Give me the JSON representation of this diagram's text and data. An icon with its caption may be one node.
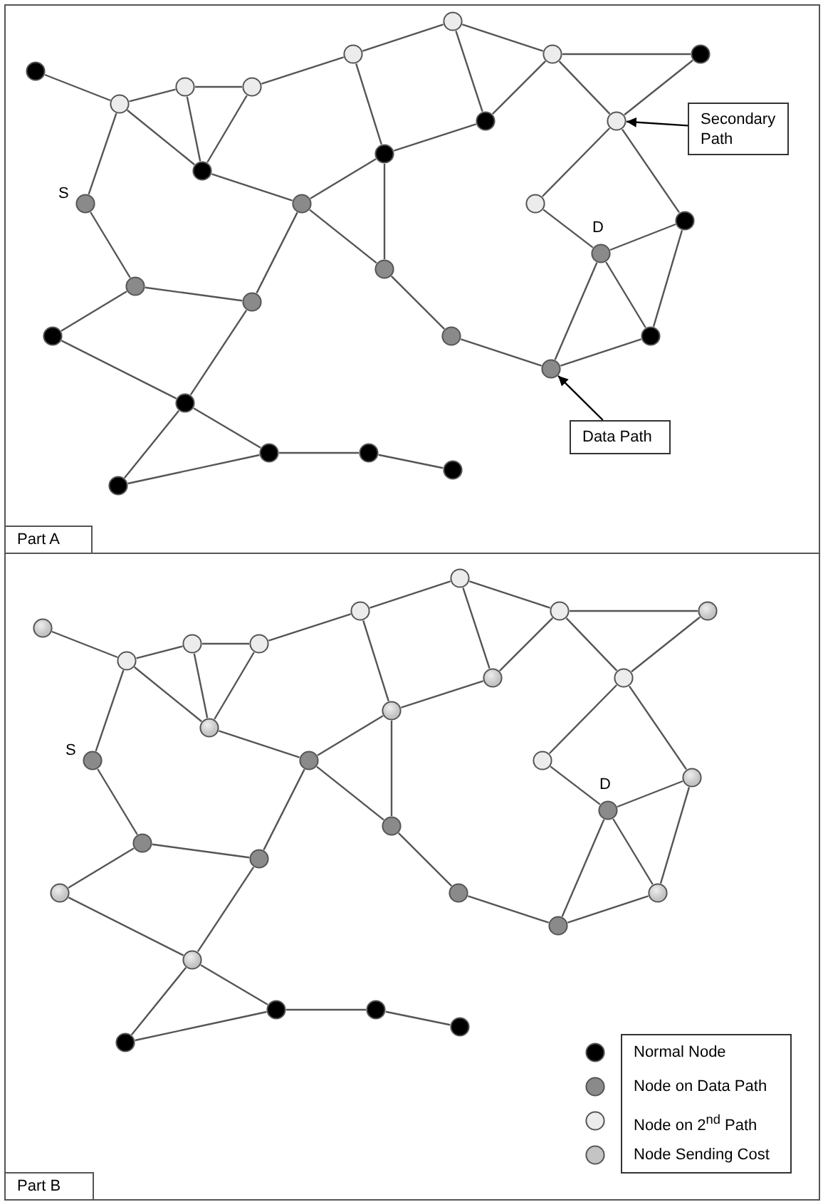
{
  "diagram": {
    "nodes": [
      {
        "text": [
          "Part A"
        ]
      },
      {
        "text": [],
        "shape": "circle",
        "in": 0
      },
      {
        "text": [],
        "shape": "circle",
        "in": 0
      },
      {
        "text": [],
        "shape": "circle",
        "in": 0
      },
      {
        "text": [],
        "shape": "circle",
        "in": 0
      },
      {
        "text": [],
        "shape": "circle",
        "in": 0
      },
      {
        "text": [],
        "shape": "circle",
        "in": 0
      },
      {
        "text": [],
        "shape": "circle",
        "in": 0
      },
      {
        "text": [],
        "shape": "circle",
        "in": 0
      },
      {
        "text": [],
        "shape": "circle",
        "in": 0
      },
      {
        "text": [],
        "shape": "circle",
        "in": 0
      },
      {
        "text": [],
        "shape": "circle",
        "in": 0
      },
      {
        "text": [],
        "shape": "circle",
        "in": 0
      },
      {
        "text": [],
        "shape": "circle",
        "in": 0,
        "beside": [
          "S"
        ]
      },
      {
        "text": [],
        "shape": "circle",
        "in": 0
      },
      {
        "text": [],
        "shape": "circle",
        "in": 0
      },
      {
        "text": [],
        "shape": "circle",
        "in": 0
      },
      {
        "text": [],
        "shape": "circle",
        "in": 0,
        "beside": [
          "D"
        ]
      },
      {
        "text": [],
        "shape": "circle",
        "in": 0
      },
      {
        "text": [],
        "shape": "circle",
        "in": 0
      },
      {
        "text": [],
        "shape": "circle",
        "in": 0
      },
      {
        "text": [],
        "shape": "circle",
        "in": 0
      },
      {
        "text": [],
        "shape": "circle",
        "in": 0
      },
      {
        "text": [],
        "shape": "circle",
        "in": 0
      },
      {
        "text": [],
        "shape": "circle",
        "in": 0
      },
      {
        "text": [],
        "shape": "circle",
        "in": 0
      },
      {
        "text": [],
        "shape": "circle",
        "in": 0
      },
      {
        "text": [],
        "shape": "circle",
        "in": 0
      },
      {
        "text": [],
        "shape": "circle",
        "in": 0
      },
      {
        "text": [],
        "shape": "circle",
        "in": 0
      },
      {
        "text": [
          "Secondary Path"
        ],
        "in": 0
      },
      {
        "text": [
          "Data Path"
        ],
        "in": 0
      },
      {
        "text": [
          "Part B"
        ]
      },
      {
        "text": [],
        "shape": "circle",
        "in": 32
      },
      {
        "text": [],
        "shape": "circle",
        "in": 32
      },
      {
        "text": [],
        "shape": "circle",
        "in": 32
      },
      {
        "text": [],
        "shape": "circle",
        "in": 32
      },
      {
        "text": [],
        "shape": "circle",
        "in": 32
      },
      {
        "text": [],
        "shape": "circle",
        "in": 32
      },
      {
        "text": [],
        "shape": "circle",
        "in": 32
      },
      {
        "text": [],
        "shape": "circle",
        "in": 32
      },
      {
        "text": [],
        "shape": "circle",
        "in": 32
      },
      {
        "text": [],
        "shape": "circle",
        "in": 32
      },
      {
        "text": [],
        "shape": "circle",
        "in": 32
      },
      {
        "text": [],
        "shape": "circle",
        "in": 32
      },
      {
        "text": [],
        "shape": "circle",
        "in": 32,
        "beside": [
          "S"
        ]
      },
      {
        "text": [],
        "shape": "circle",
        "in": 32
      },
      {
        "text": [],
        "shape": "circle",
        "in": 32
      },
      {
        "text": [],
        "shape": "circle",
        "in": 32
      },
      {
        "text": [],
        "shape": "circle",
        "in": 32,
        "beside": [
          "D"
        ]
      },
      {
        "text": [],
        "shape": "circle",
        "in": 32
      },
      {
        "text": [],
        "shape": "circle",
        "in": 32
      },
      {
        "text": [],
        "shape": "circle",
        "in": 32
      },
      {
        "text": [],
        "shape": "circle",
        "in": 32
      },
      {
        "text": [],
        "shape": "circle",
        "in": 32
      },
      {
        "text": [],
        "shape": "circle",
        "in": 32
      },
      {
        "text": [],
        "shape": "circle",
        "in": 32
      },
      {
        "text": [],
        "shape": "circle",
        "in": 32
      },
      {
        "text": [],
        "shape": "circle",
        "in": 32
      },
      {
        "text": [],
        "shape": "circle",
        "in": 32
      },
      {
        "text": [],
        "shape": "circle",
        "in": 32
      },
      {
        "text": [],
        "shape": "circle",
        "in": 32
      }
    ],
    "edges": [
      {
        "from": 1,
        "to": 2,
        "arrow": "none"
      },
      {
        "from": 2,
        "to": 3,
        "arrow": "none"
      },
      {
        "from": 3,
        "to": 4,
        "arrow": "none"
      },
      {
        "from": 4,
        "to": 5,
        "arrow": "none"
      },
      {
        "from": 5,
        "to": 6,
        "arrow": "none"
      },
      {
        "from": 6,
        "to": 7,
        "arrow": "none"
      },
      {
        "from": 7,
        "to": 8,
        "arrow": "none"
      },
      {
        "from": 2,
        "to": 9,
        "arrow": "none"
      },
      {
        "from": 3,
        "to": 9,
        "arrow": "none"
      },
      {
        "from": 4,
        "to": 9,
        "arrow": "none"
      },
      {
        "from": 9,
        "to": 14,
        "arrow": "none"
      },
      {
        "from": 5,
        "to": 10,
        "arrow": "none"
      },
      {
        "from": 10,
        "to": 11,
        "arrow": "none"
      },
      {
        "from": 6,
        "to": 11,
        "arrow": "none"
      },
      {
        "from": 7,
        "to": 11,
        "arrow": "none"
      },
      {
        "from": 7,
        "to": 12,
        "arrow": "none"
      },
      {
        "from": 8,
        "to": 12,
        "arrow": "none"
      },
      {
        "from": 10,
        "to": 14,
        "arrow": "none"
      },
      {
        "from": 10,
        "to": 18,
        "arrow": "none"
      },
      {
        "from": 14,
        "to": 18,
        "arrow": "none"
      },
      {
        "from": 2,
        "to": 13,
        "arrow": "none"
      },
      {
        "from": 13,
        "to": 19,
        "arrow": "none"
      },
      {
        "from": 19,
        "to": 20,
        "arrow": "none"
      },
      {
        "from": 14,
        "to": 20,
        "arrow": "none"
      },
      {
        "from": 12,
        "to": 15,
        "arrow": "none"
      },
      {
        "from": 12,
        "to": 16,
        "arrow": "none"
      },
      {
        "from": 15,
        "to": 17,
        "arrow": "none"
      },
      {
        "from": 16,
        "to": 17,
        "arrow": "none"
      },
      {
        "from": 18,
        "to": 22,
        "arrow": "none"
      },
      {
        "from": 22,
        "to": 24,
        "arrow": "none"
      },
      {
        "from": 17,
        "to": 24,
        "arrow": "none"
      },
      {
        "from": 17,
        "to": 23,
        "arrow": "none"
      },
      {
        "from": 16,
        "to": 23,
        "arrow": "none"
      },
      {
        "from": 24,
        "to": 23,
        "arrow": "none"
      },
      {
        "from": 19,
        "to": 21,
        "arrow": "none"
      },
      {
        "from": 21,
        "to": 25,
        "arrow": "none"
      },
      {
        "from": 20,
        "to": 25,
        "arrow": "none"
      },
      {
        "from": 25,
        "to": 26,
        "arrow": "none"
      },
      {
        "from": 25,
        "to": 29,
        "arrow": "none"
      },
      {
        "from": 29,
        "to": 26,
        "arrow": "none"
      },
      {
        "from": 26,
        "to": 27,
        "arrow": "none"
      },
      {
        "from": 27,
        "to": 28,
        "arrow": "none"
      },
      {
        "from": 30,
        "to": 12,
        "arrow": "to",
        "color": "#000000"
      },
      {
        "from": 31,
        "to": 24,
        "arrow": "to",
        "color": "#000000"
      },
      {
        "from": 33,
        "to": 34,
        "arrow": "none"
      },
      {
        "from": 34,
        "to": 35,
        "arrow": "none"
      },
      {
        "from": 35,
        "to": 36,
        "arrow": "none"
      },
      {
        "from": 36,
        "to": 37,
        "arrow": "none"
      },
      {
        "from": 37,
        "to": 38,
        "arrow": "none"
      },
      {
        "from": 38,
        "to": 39,
        "arrow": "none"
      },
      {
        "from": 39,
        "to": 40,
        "arrow": "none"
      },
      {
        "from": 34,
        "to": 41,
        "arrow": "none"
      },
      {
        "from": 35,
        "to": 41,
        "arrow": "none"
      },
      {
        "from": 36,
        "to": 41,
        "arrow": "none"
      },
      {
        "from": 41,
        "to": 46,
        "arrow": "none"
      },
      {
        "from": 37,
        "to": 42,
        "arrow": "none"
      },
      {
        "from": 42,
        "to": 43,
        "arrow": "none"
      },
      {
        "from": 38,
        "to": 43,
        "arrow": "none"
      },
      {
        "from": 39,
        "to": 43,
        "arrow": "none"
      },
      {
        "from": 39,
        "to": 44,
        "arrow": "none"
      },
      {
        "from": 40,
        "to": 44,
        "arrow": "none"
      },
      {
        "from": 42,
        "to": 46,
        "arrow": "none"
      },
      {
        "from": 42,
        "to": 50,
        "arrow": "none"
      },
      {
        "from": 46,
        "to": 50,
        "arrow": "none"
      },
      {
        "from": 34,
        "to": 45,
        "arrow": "none"
      },
      {
        "from": 45,
        "to": 51,
        "arrow": "none"
      },
      {
        "from": 51,
        "to": 52,
        "arrow": "none"
      },
      {
        "from": 46,
        "to": 52,
        "arrow": "none"
      },
      {
        "from": 44,
        "to": 47,
        "arrow": "none"
      },
      {
        "from": 44,
        "to": 48,
        "arrow": "none"
      },
      {
        "from": 47,
        "to": 49,
        "arrow": "none"
      },
      {
        "from": 48,
        "to": 49,
        "arrow": "none"
      },
      {
        "from": 50,
        "to": 54,
        "arrow": "none"
      },
      {
        "from": 54,
        "to": 56,
        "arrow": "none"
      },
      {
        "from": 49,
        "to": 56,
        "arrow": "none"
      },
      {
        "from": 49,
        "to": 55,
        "arrow": "none"
      },
      {
        "from": 48,
        "to": 55,
        "arrow": "none"
      },
      {
        "from": 56,
        "to": 55,
        "arrow": "none"
      },
      {
        "from": 51,
        "to": 53,
        "arrow": "none"
      },
      {
        "from": 53,
        "to": 57,
        "arrow": "none"
      },
      {
        "from": 52,
        "to": 57,
        "arrow": "none"
      },
      {
        "from": 57,
        "to": 58,
        "arrow": "none"
      },
      {
        "from": 57,
        "to": 61,
        "arrow": "none"
      },
      {
        "from": 61,
        "to": 58,
        "arrow": "none"
      },
      {
        "from": 58,
        "to": 59,
        "arrow": "none"
      },
      {
        "from": 59,
        "to": 60,
        "arrow": "none"
      }
    ],
    "legend": [
      {
        "text": "Normal Node",
        "color": "#000000"
      },
      {
        "text": "Node on Data Path",
        "color": "#8a8a8a"
      },
      {
        "text": "Node on 2$^{nd}$ Path",
        "color": "#ececec"
      },
      {
        "text": "Node Sending Cost",
        "color": "#c4c4c4"
      }
    ]
  }
}
